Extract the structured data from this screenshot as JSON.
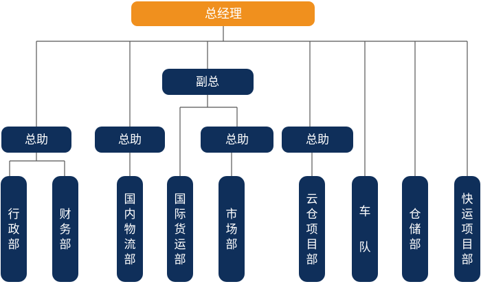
{
  "org": {
    "ceo": "总经理",
    "vp": "副总",
    "assistant_1": "总助",
    "assistant_2": "总助",
    "assistant_3": "总助",
    "assistant_4": "总助",
    "departments": [
      "行政部",
      "财务部",
      "国内物流部",
      "国际货运部",
      "市场部",
      "云仓项目部",
      "车队",
      "仓储部",
      "快运项目部"
    ]
  },
  "colors": {
    "top_box": "#f0901e",
    "box": "#0f2f5a",
    "text": "#ffffff",
    "connector": "#555555"
  }
}
